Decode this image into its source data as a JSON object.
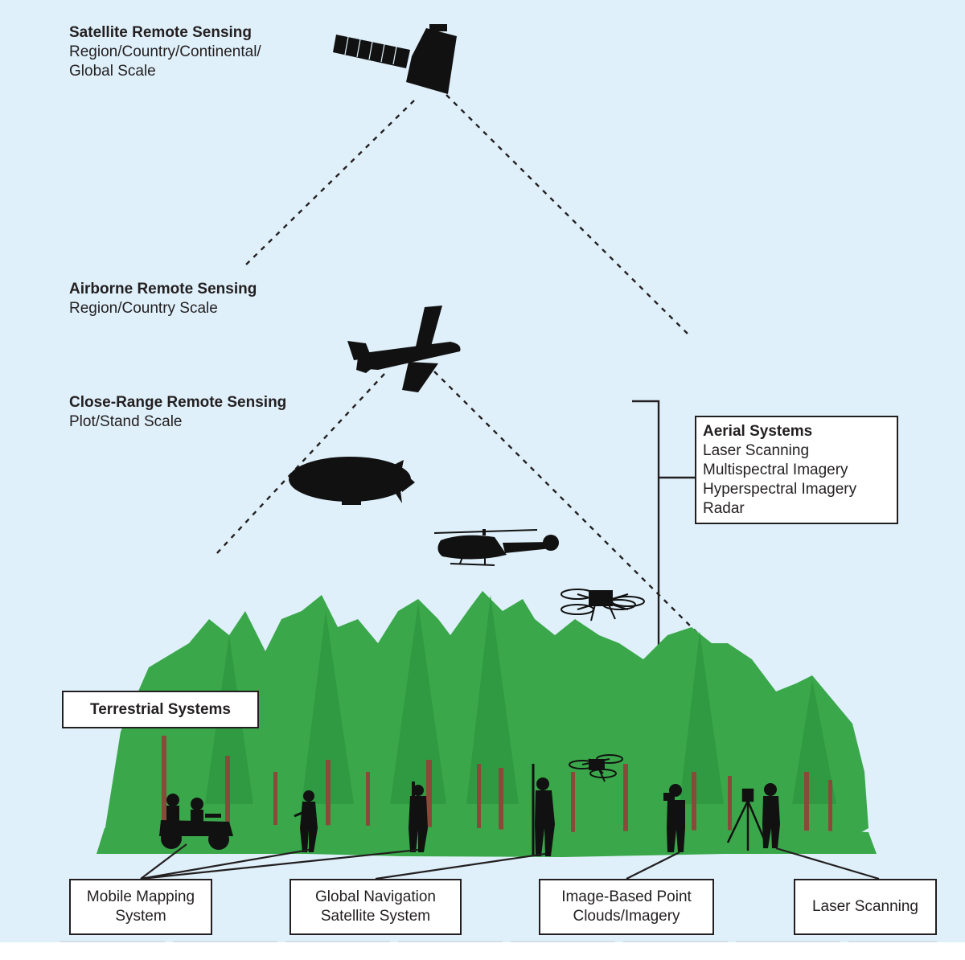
{
  "satellite": {
    "title": "Satellite Remote Sensing",
    "line1": "Region/Country/Continental/",
    "line2": "Global Scale"
  },
  "airborne": {
    "title": "Airborne Remote Sensing",
    "line1": "Region/Country Scale"
  },
  "close_range": {
    "title": "Close-Range Remote Sensing",
    "line1": "Plot/Stand Scale"
  },
  "aerial_systems": {
    "title": "Aerial Systems",
    "items": [
      "Laser Scanning",
      "Multispectral Imagery",
      "Hyperspectral Imagery",
      "Radar"
    ]
  },
  "terrestrial_systems": {
    "title": "Terrestrial Systems"
  },
  "bottom_labels": [
    {
      "line1": "Mobile Mapping",
      "line2": "System"
    },
    {
      "line1": "Global Navigation",
      "line2": "Satellite System"
    },
    {
      "line1": "Image-Based Point",
      "line2": "Clouds/Imagery"
    },
    {
      "line1": "Laser Scanning",
      "line2": ""
    }
  ],
  "colors": {
    "sky": "#dff0fa",
    "tree_green": "#3aa84a",
    "trunk": "#8a4a3a",
    "silhouette": "#111111"
  },
  "icons": [
    "satellite-icon",
    "airplane-icon",
    "airship-icon",
    "helicopter-icon",
    "drone-icon",
    "atv-icon",
    "tripod-scanner-icon",
    "person-icon"
  ]
}
